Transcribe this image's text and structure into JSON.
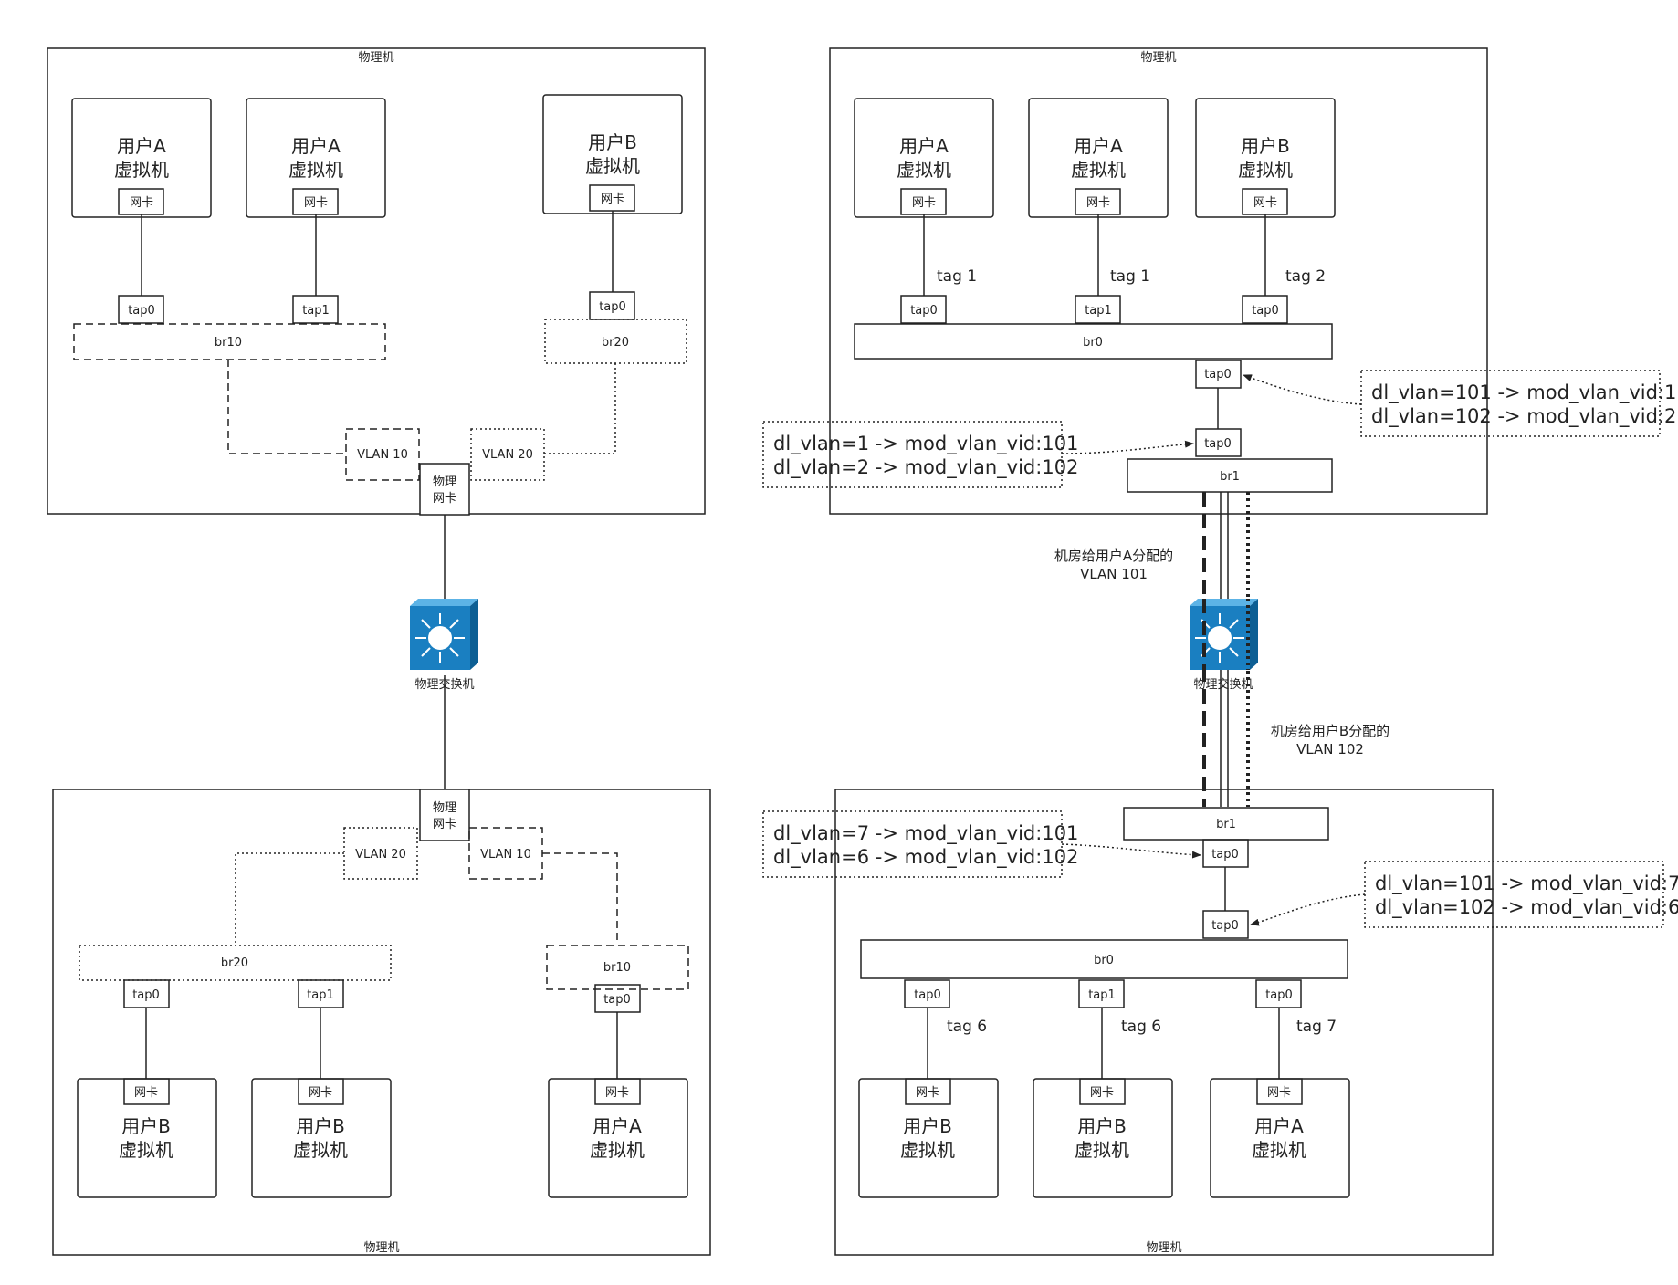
{
  "host": "物理机",
  "nic": "网卡",
  "phys_nic": {
    "line1": "物理",
    "line2": "网卡"
  },
  "switch_label": "物理交换机",
  "vm_a": {
    "line1": "用户A",
    "line2": "虚拟机"
  },
  "vm_b": {
    "line1": "用户B",
    "line2": "虚拟机"
  },
  "ports": {
    "tap0": "tap0",
    "tap1": "tap1"
  },
  "bridges": {
    "br0": "br0",
    "br1": "br1",
    "br10": "br10",
    "br20": "br20"
  },
  "vlans": {
    "v10": "VLAN 10",
    "v20": "VLAN 20"
  },
  "tags": {
    "t1": "tag 1",
    "t2": "tag 2",
    "t6": "tag 6",
    "t7": "tag 7"
  },
  "flows": {
    "top_br0": [
      "dl_vlan=101 -> mod_vlan_vid:1",
      "dl_vlan=102 -> mod_vlan_vid:2"
    ],
    "top_br1": [
      "dl_vlan=1 -> mod_vlan_vid:101",
      "dl_vlan=2 -> mod_vlan_vid:102"
    ],
    "bottom_br1": [
      "dl_vlan=7 -> mod_vlan_vid:101",
      "dl_vlan=6 -> mod_vlan_vid:102"
    ],
    "bottom_br0": [
      "dl_vlan=101 -> mod_vlan_vid:7",
      "dl_vlan=102 -> mod_vlan_vid:6"
    ]
  },
  "vlan_assign_a": [
    "机房给用户A分配的",
    "VLAN 101"
  ],
  "vlan_assign_b": [
    "机房给用户B分配的",
    "VLAN 102"
  ],
  "colors": {
    "switch": "#1a7fc1",
    "line": "#222222"
  }
}
